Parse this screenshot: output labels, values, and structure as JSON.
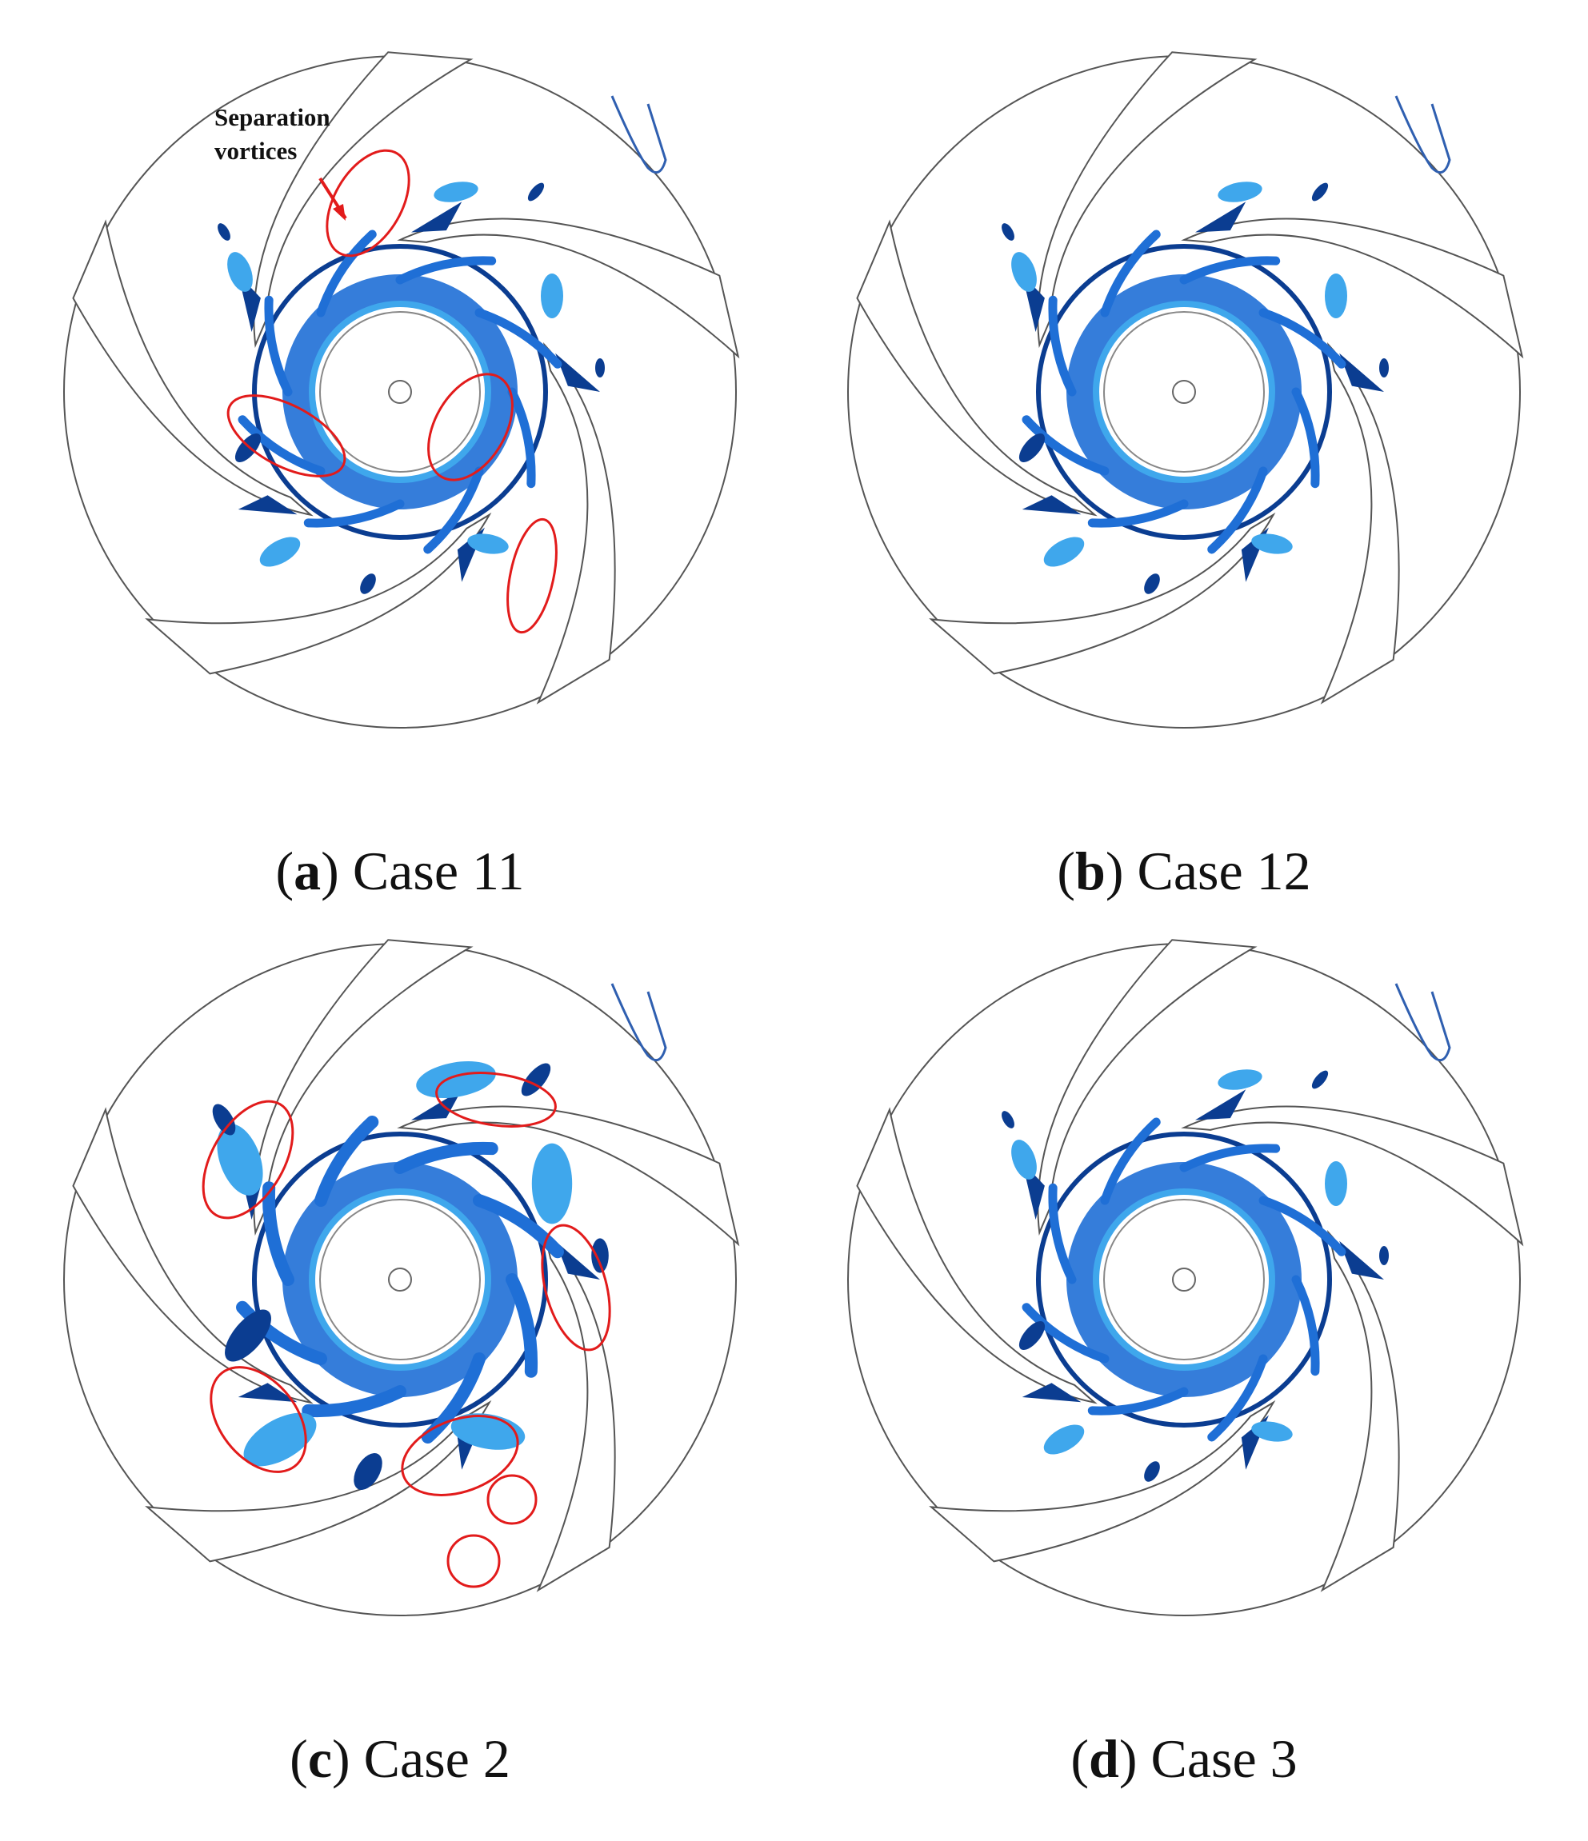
{
  "colors": {
    "dark_vortex": "#0b3d91",
    "mid_vortex": "#1f6fd6",
    "light_vortex": "#3fa7ec",
    "highlight": "#e21b1b",
    "outline": "#555555"
  },
  "annotation": {
    "line1": "Separation",
    "line2": "vortices"
  },
  "panels": [
    {
      "id": "a",
      "letter": "a",
      "label": "Case 11"
    },
    {
      "id": "b",
      "letter": "b",
      "label": "Case 12"
    },
    {
      "id": "c",
      "letter": "c",
      "label": "Case 2"
    },
    {
      "id": "d",
      "letter": "d",
      "label": "Case 3"
    }
  ]
}
